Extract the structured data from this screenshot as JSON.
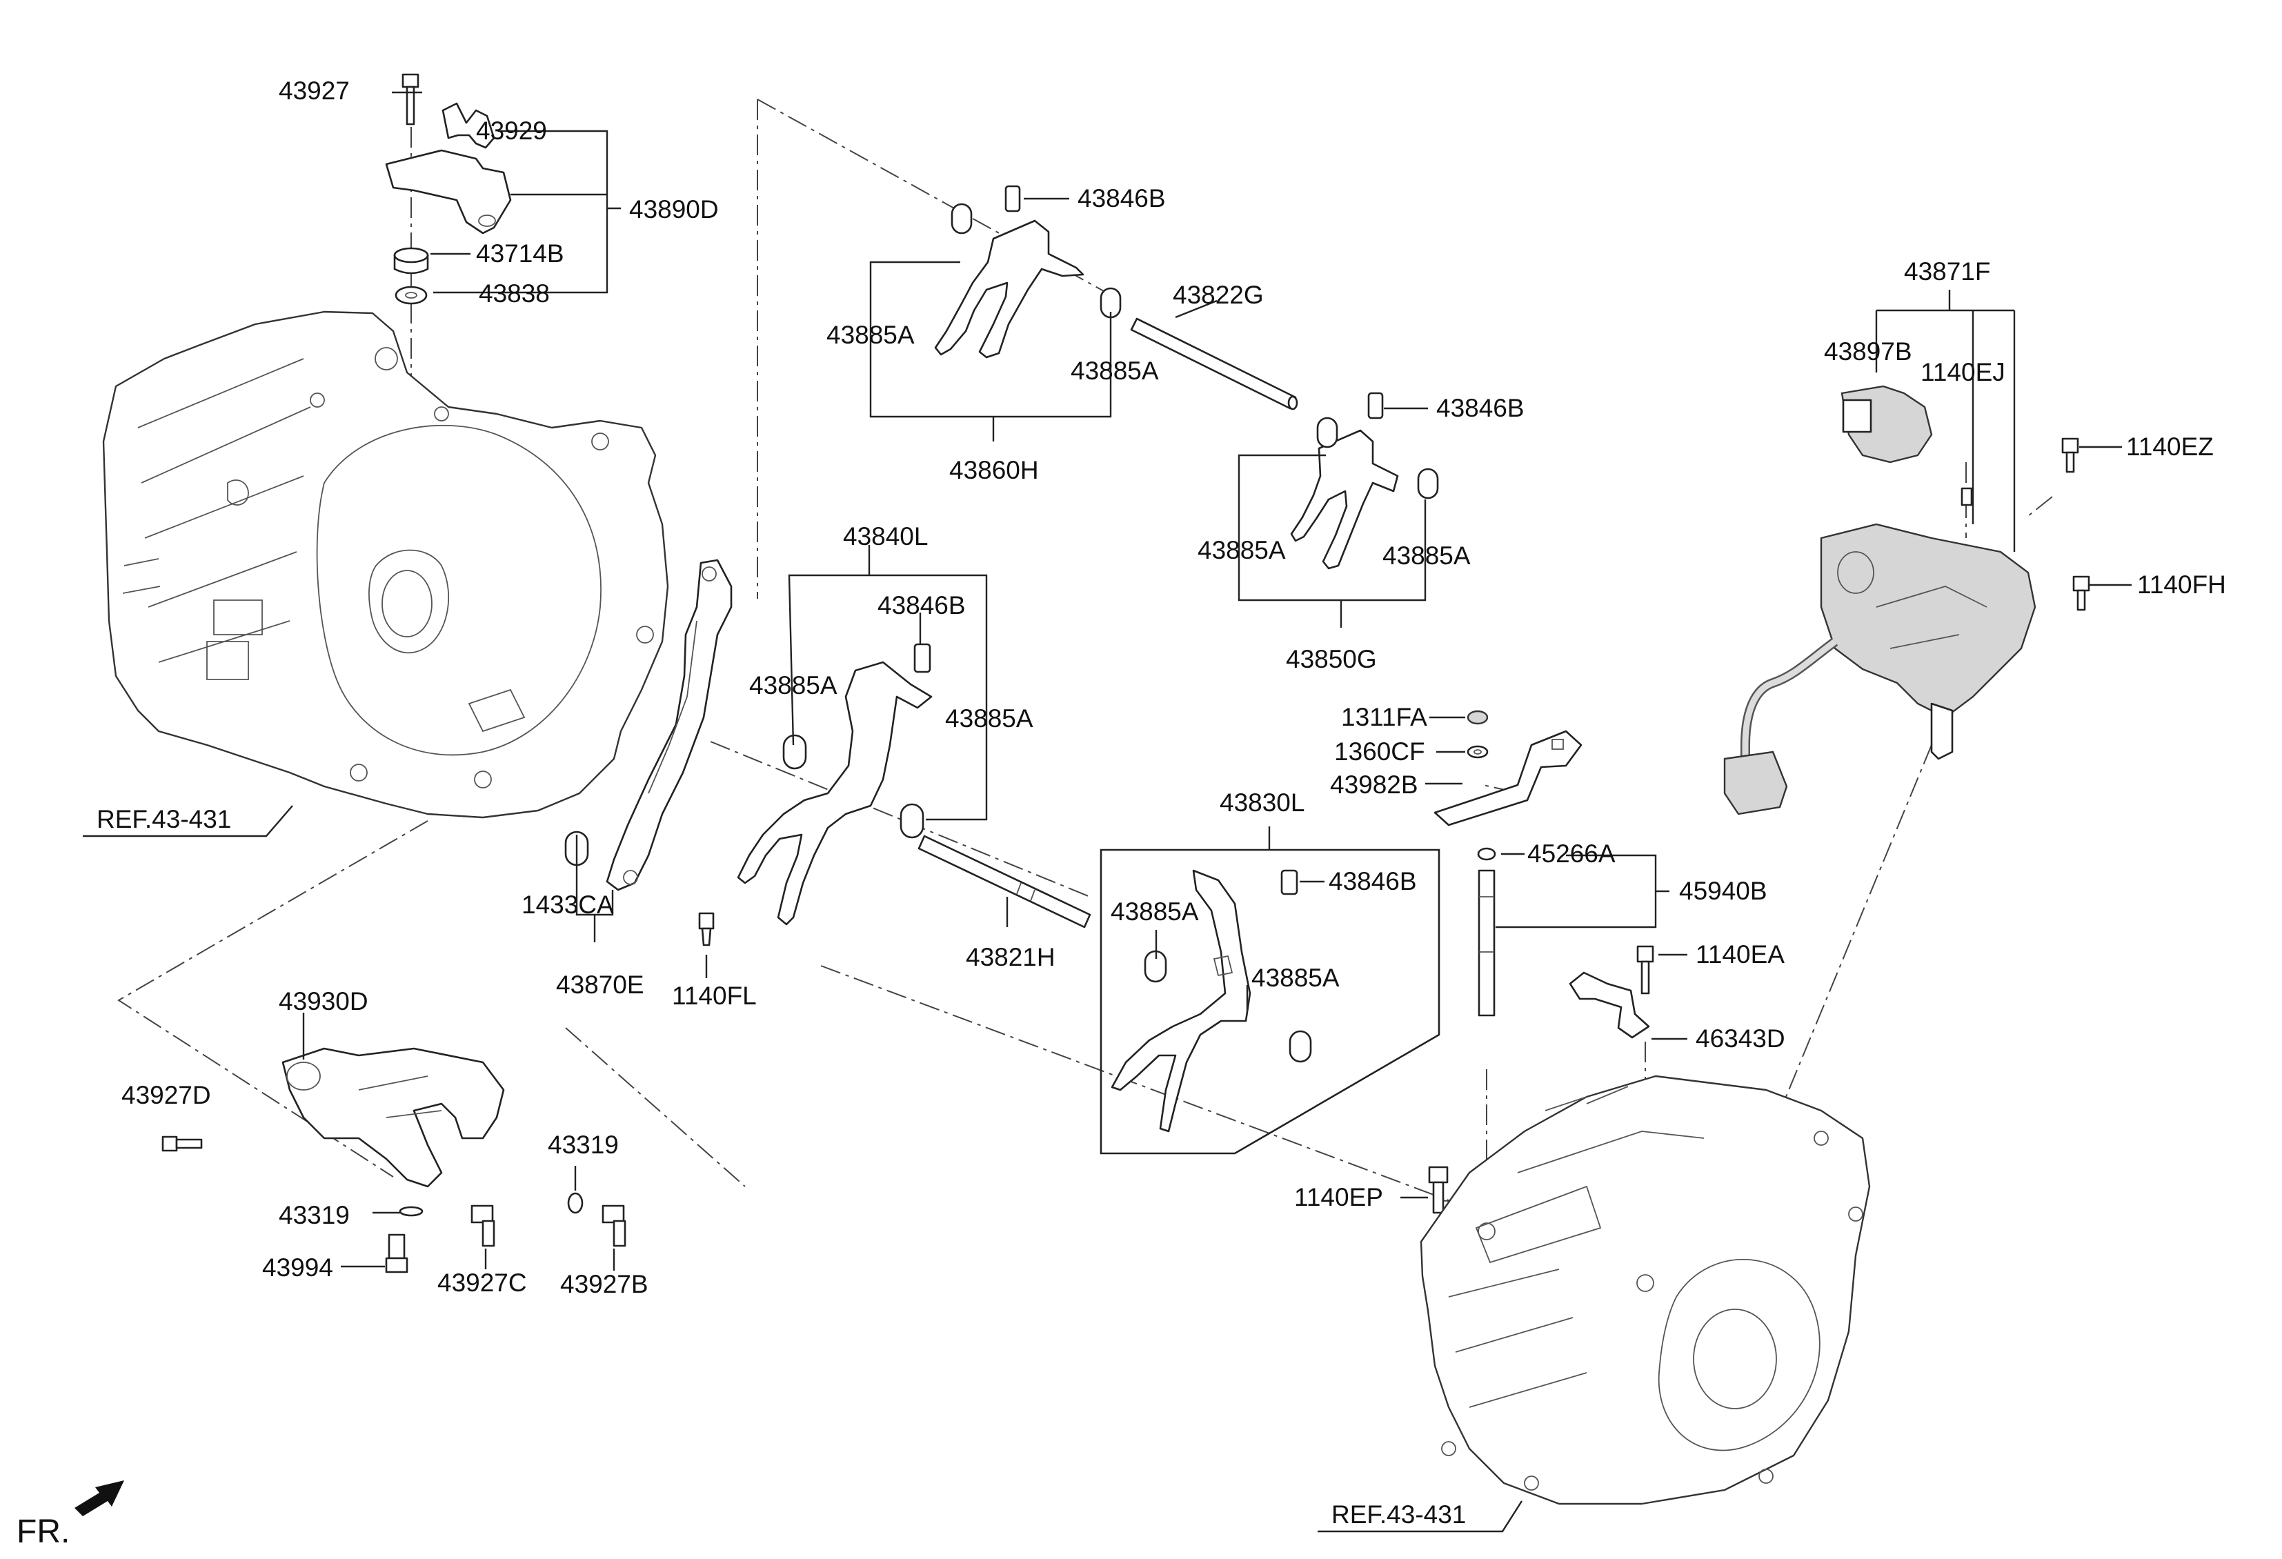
{
  "orientation_label": "FR.",
  "references": {
    "left": "REF.43-431",
    "right": "REF.43-431"
  },
  "labels": {
    "p43927": "43927",
    "p43929": "43929",
    "p43890D": "43890D",
    "p43714B": "43714B",
    "p43838": "43838",
    "p43846B_top": "43846B",
    "p43885A_a": "43885A",
    "p43885A_b": "43885A",
    "p43860H": "43860H",
    "p43822G": "43822G",
    "p43846B_right": "43846B",
    "p43885A_c": "43885A",
    "p43885A_d": "43885A",
    "p43850G": "43850G",
    "p43840L": "43840L",
    "p43846B_mid": "43846B",
    "p43885A_e": "43885A",
    "p43885A_f": "43885A",
    "p1433CA": "1433CA",
    "p43870E": "43870E",
    "p1140FL": "1140FL",
    "p43821H": "43821H",
    "p1311FA": "1311FA",
    "p1360CF": "1360CF",
    "p43982B": "43982B",
    "p43830L": "43830L",
    "p43846B_low": "43846B",
    "p43885A_g": "43885A",
    "p43885A_h": "43885A",
    "p45266A": "45266A",
    "p45940B": "45940B",
    "p1140EA": "1140EA",
    "p46343D": "46343D",
    "p1140EP": "1140EP",
    "p43871F": "43871F",
    "p43897B": "43897B",
    "p1140EJ": "1140EJ",
    "p1140EZ": "1140EZ",
    "p1140FH": "1140FH",
    "p43930D": "43930D",
    "p43927D": "43927D",
    "p43319_a": "43319",
    "p43319_b": "43319",
    "p43994": "43994",
    "p43927C": "43927C",
    "p43927B": "43927B"
  }
}
